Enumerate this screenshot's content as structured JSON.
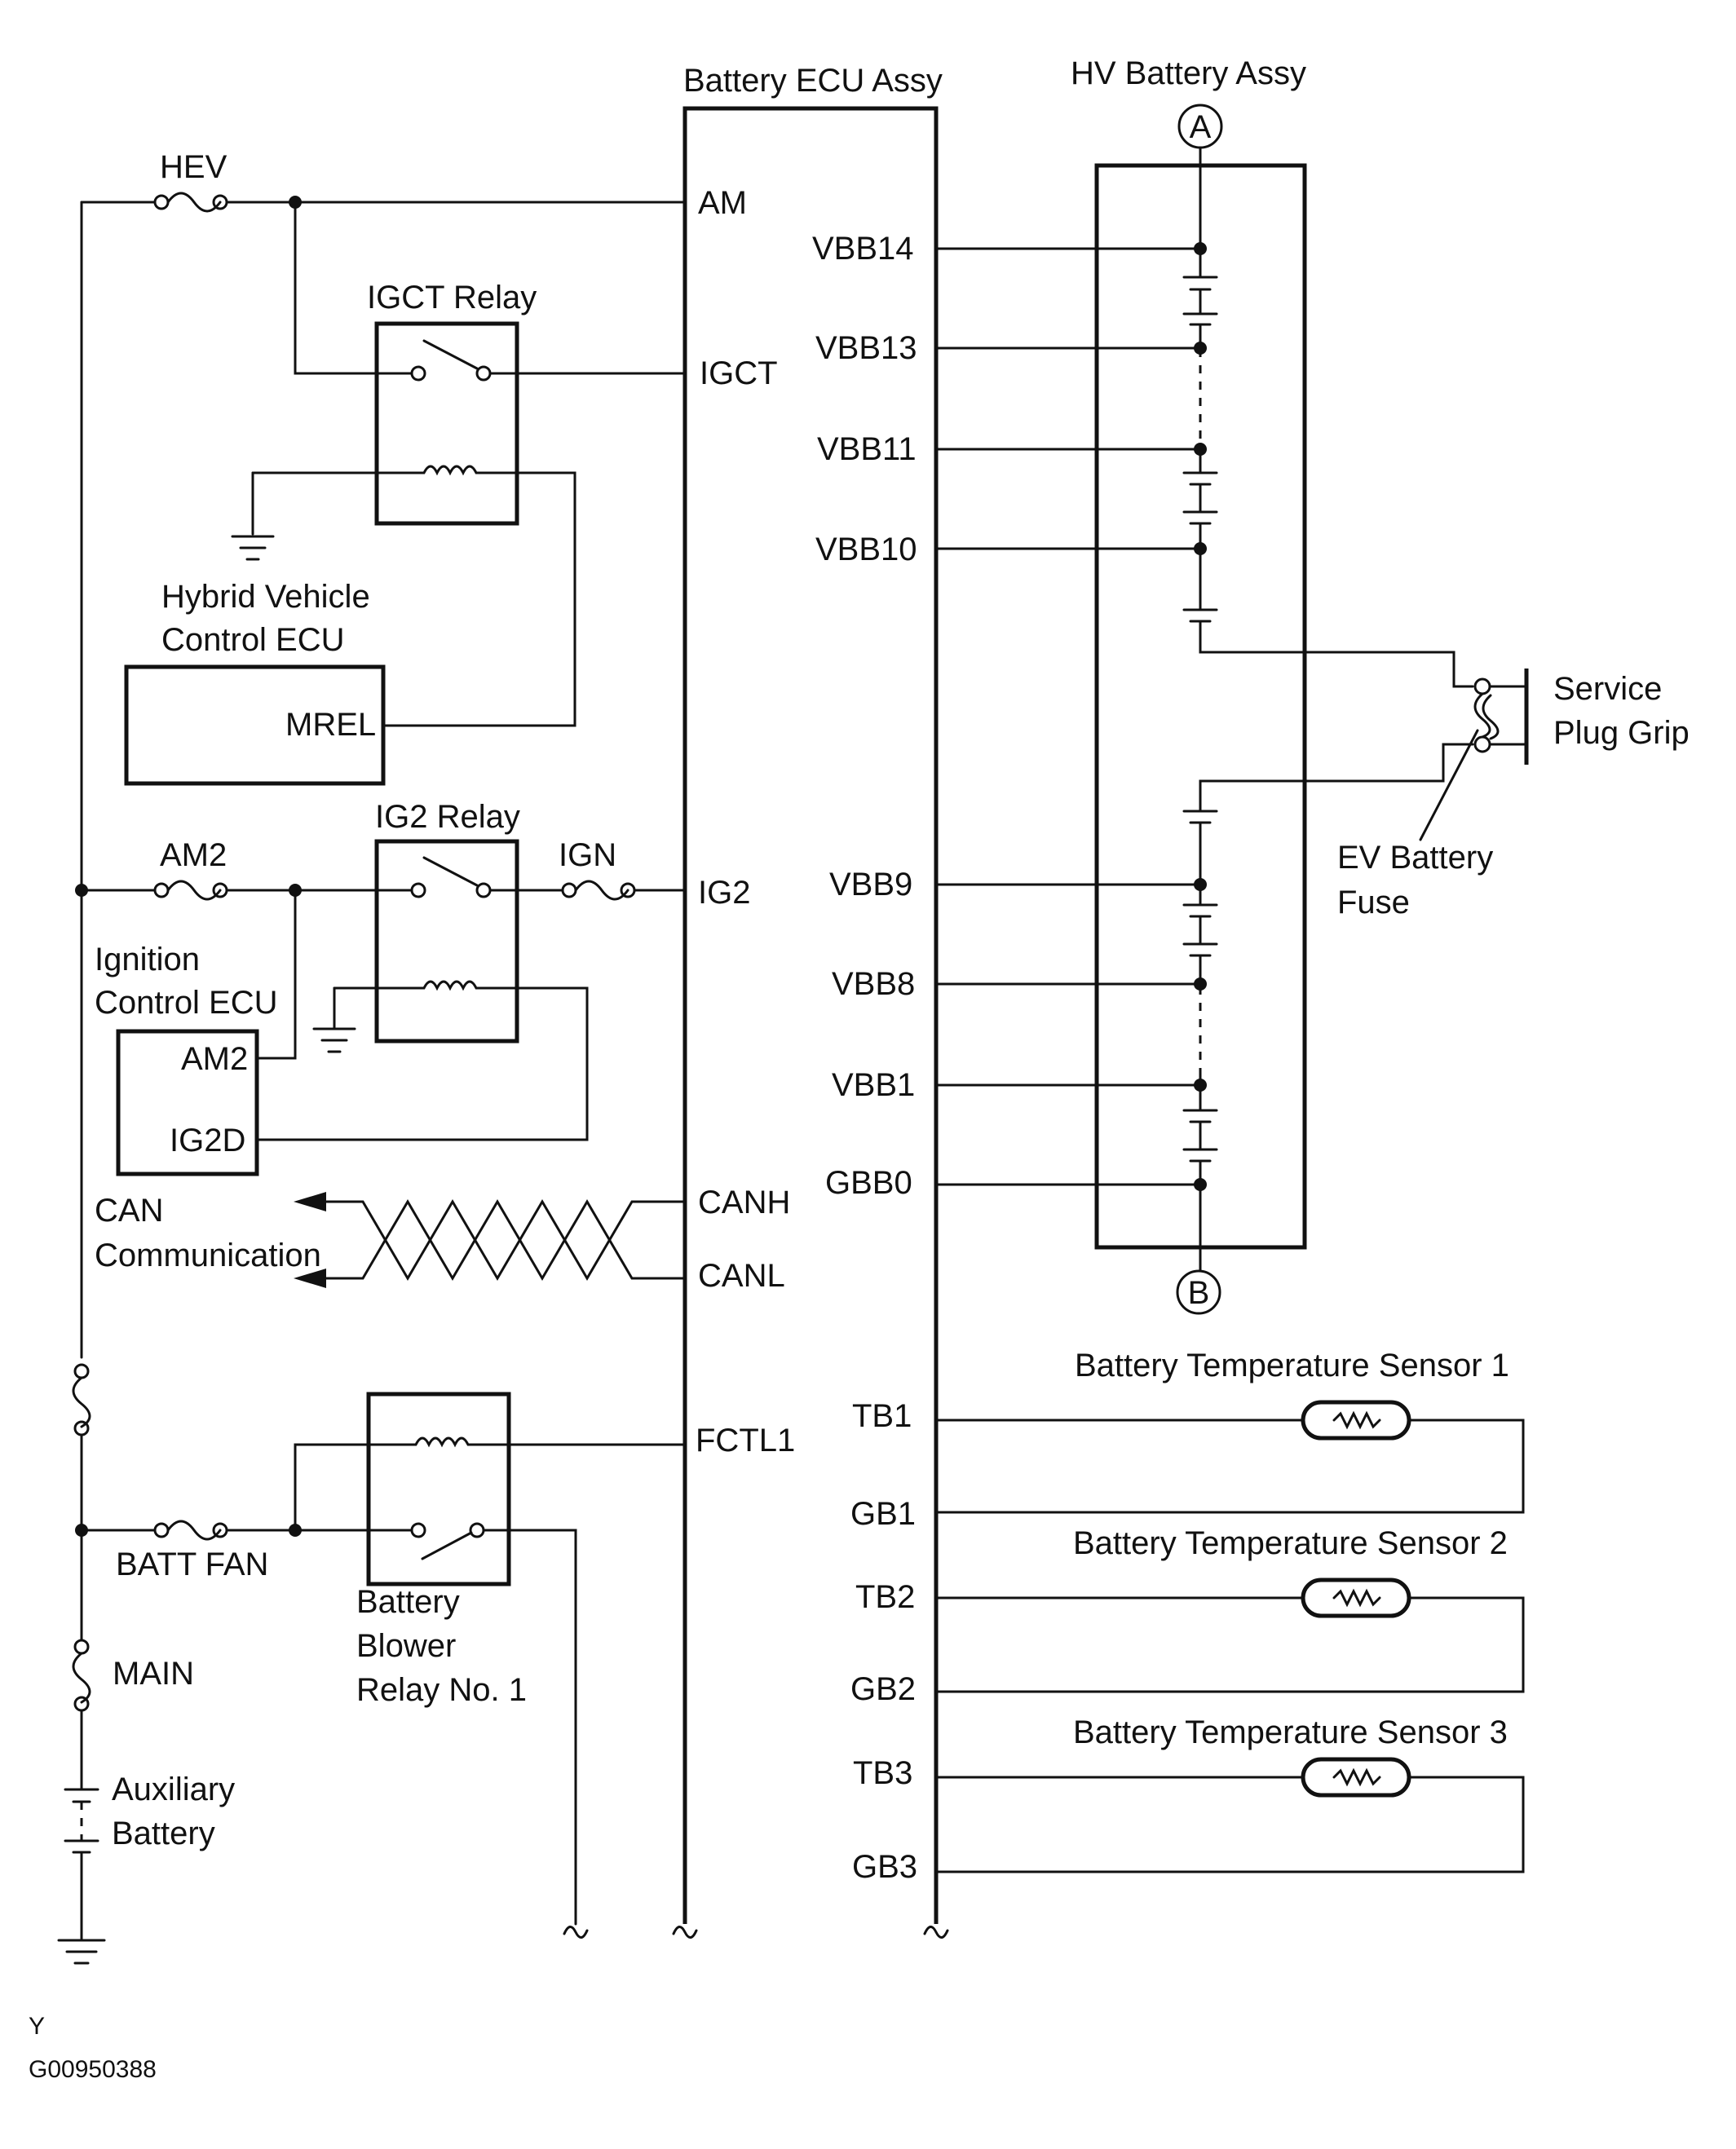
{
  "titles": {
    "ecu": "Battery ECU Assy",
    "hv": "HV Battery Assy"
  },
  "fuses": {
    "hev": "HEV",
    "am2": "AM2",
    "ign": "IGN",
    "batt_fan": "BATT FAN",
    "main": "MAIN"
  },
  "relays": {
    "igct": "IGCT Relay",
    "ig2": "IG2 Relay",
    "blower": [
      "Battery",
      "Blower",
      "Relay No. 1"
    ]
  },
  "components": {
    "hv_ecu": [
      "Hybrid Vehicle",
      "Control ECU"
    ],
    "mrel": "MREL",
    "ign_ecu": [
      "Ignition",
      "Control ECU"
    ],
    "am2_pin": "AM2",
    "ig2d_pin": "IG2D",
    "can": [
      "CAN",
      "Communication"
    ],
    "aux": [
      "Auxiliary",
      "Battery"
    ],
    "service_plug": [
      "Service",
      "Plug Grip"
    ],
    "ev_fuse": [
      "EV Battery",
      "Fuse"
    ]
  },
  "ecu_pins_left": [
    "AM",
    "IGCT",
    "IG2",
    "CANH",
    "CANL",
    "FCTL1"
  ],
  "ecu_pins_right": [
    "VBB14",
    "VBB13",
    "VBB11",
    "VBB10",
    "VBB9",
    "VBB8",
    "VBB1",
    "GBB0",
    "TB1",
    "GB1",
    "TB2",
    "GB2",
    "TB3",
    "GB3"
  ],
  "connectors": {
    "top": "A",
    "bottom": "B"
  },
  "sensors": [
    "Battery Temperature Sensor 1",
    "Battery Temperature Sensor 2",
    "Battery Temperature Sensor 3"
  ],
  "footer": {
    "letter": "Y",
    "code": "G00950388"
  }
}
